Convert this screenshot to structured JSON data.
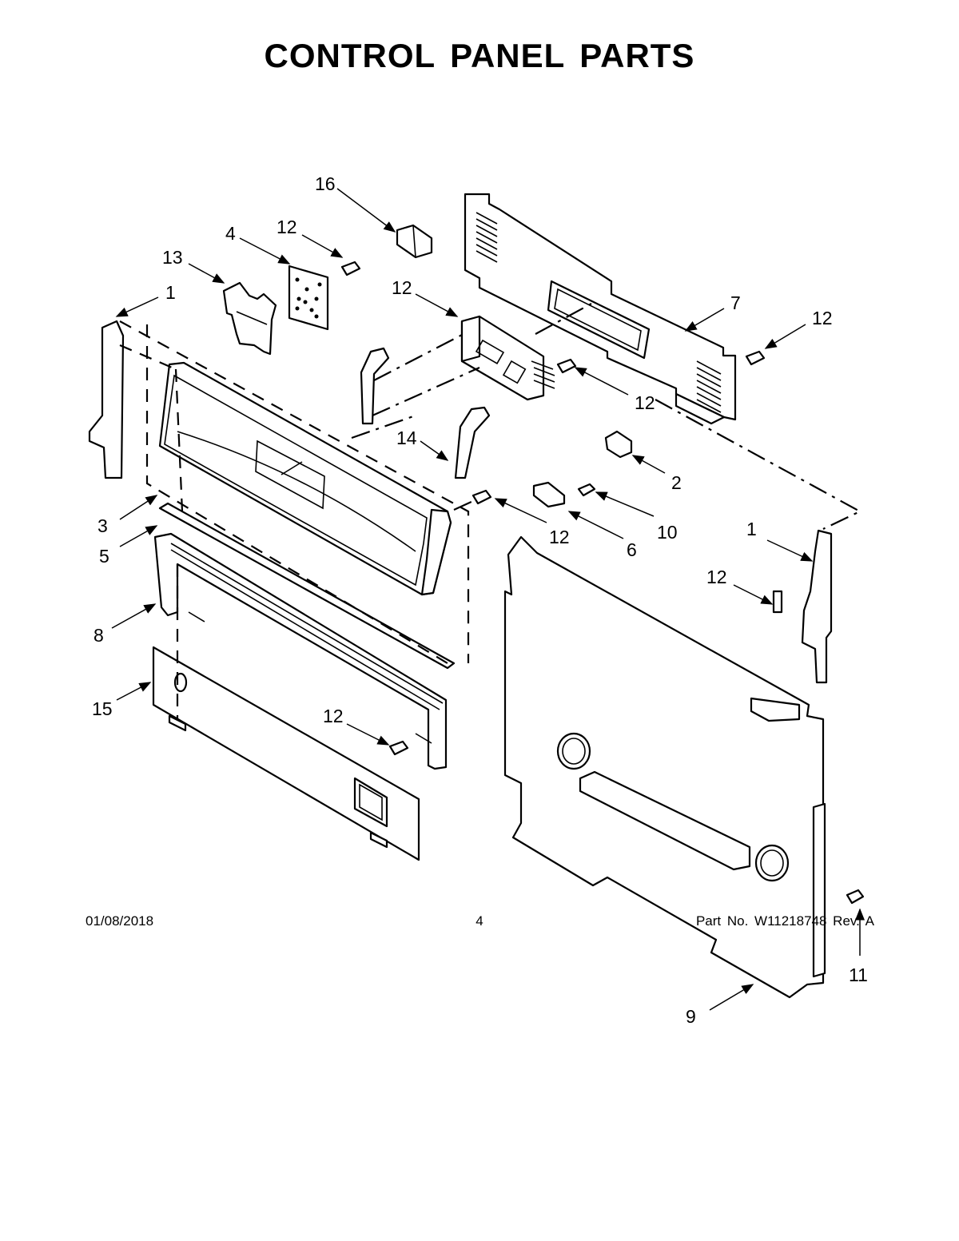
{
  "title": "CONTROL PANEL PARTS",
  "callouts": [
    {
      "id": "c1a",
      "label": "1"
    },
    {
      "id": "c1b",
      "label": "1"
    },
    {
      "id": "c2",
      "label": "2"
    },
    {
      "id": "c3",
      "label": "3"
    },
    {
      "id": "c4",
      "label": "4"
    },
    {
      "id": "c5",
      "label": "5"
    },
    {
      "id": "c6",
      "label": "6"
    },
    {
      "id": "c7",
      "label": "7"
    },
    {
      "id": "c8",
      "label": "8"
    },
    {
      "id": "c9",
      "label": "9"
    },
    {
      "id": "c10",
      "label": "10"
    },
    {
      "id": "c11",
      "label": "11"
    },
    {
      "id": "c12a",
      "label": "12"
    },
    {
      "id": "c12b",
      "label": "12"
    },
    {
      "id": "c12c",
      "label": "12"
    },
    {
      "id": "c12d",
      "label": "12"
    },
    {
      "id": "c12e",
      "label": "12"
    },
    {
      "id": "c12f",
      "label": "12"
    },
    {
      "id": "c12g",
      "label": "12"
    },
    {
      "id": "c13",
      "label": "13"
    },
    {
      "id": "c14",
      "label": "14"
    },
    {
      "id": "c15",
      "label": "15"
    },
    {
      "id": "c16",
      "label": "16"
    }
  ],
  "footer": {
    "date": "01/08/2018",
    "page": "4",
    "part_number": "Part No.  W11218748  Rev.  A"
  }
}
